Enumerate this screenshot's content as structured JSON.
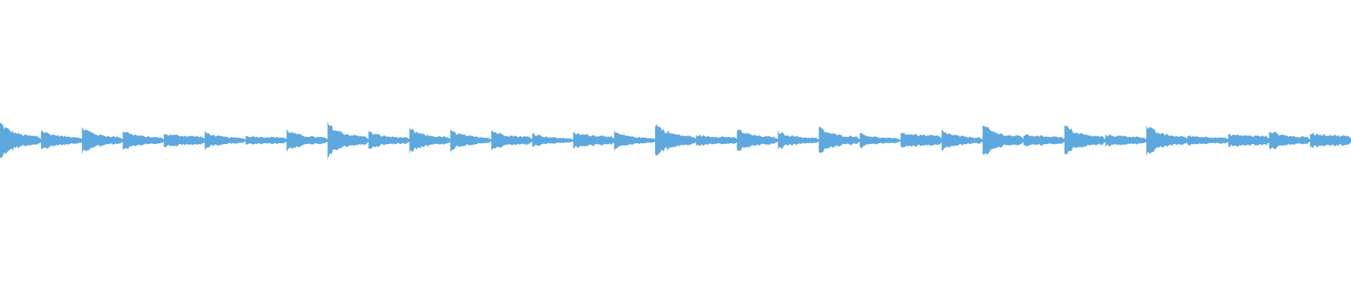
{
  "waveform": {
    "color": "#5ea8e0",
    "background": "#ffffff",
    "amplitude_scale": "relative",
    "segment_count": 33,
    "segment_starts": [
      0,
      1,
      2,
      3,
      4,
      5,
      6,
      7,
      8,
      9,
      10,
      11,
      12,
      13,
      14,
      15,
      16,
      17,
      18,
      19,
      20,
      21,
      22,
      23,
      24,
      25,
      26,
      27,
      28,
      29,
      30,
      31,
      32
    ],
    "segment_peaks": [
      0.95,
      0.55,
      0.72,
      0.55,
      0.62,
      0.45,
      0.42,
      0.58,
      0.92,
      0.48,
      0.64,
      0.55,
      0.55,
      0.4,
      0.68,
      0.45,
      0.92,
      0.5,
      0.62,
      0.5,
      0.7,
      0.4,
      0.72,
      0.52,
      0.82,
      0.55,
      0.82,
      0.55,
      0.78,
      0.45,
      0.58,
      0.55,
      0.72
    ],
    "segment_sustain": [
      0.18,
      0.16,
      0.16,
      0.14,
      0.16,
      0.12,
      0.14,
      0.14,
      0.18,
      0.14,
      0.16,
      0.14,
      0.18,
      0.1,
      0.18,
      0.12,
      0.18,
      0.14,
      0.16,
      0.12,
      0.18,
      0.1,
      0.18,
      0.14,
      0.2,
      0.16,
      0.18,
      0.14,
      0.18,
      0.12,
      0.2,
      0.16,
      0.18
    ],
    "segment_shape": [
      "decay",
      "decay",
      "decay",
      "decay",
      "sustain",
      "decay",
      "sustain",
      "decay",
      "decay",
      "decay",
      "decay",
      "decay",
      "decay",
      "decay",
      "sustain",
      "decay",
      "decay",
      "sustain",
      "decay",
      "decay",
      "decay",
      "decay",
      "sustain",
      "decay",
      "decay",
      "sustain",
      "decay",
      "sustain",
      "decay",
      "sustain",
      "sustain",
      "decay",
      "sustain"
    ]
  }
}
